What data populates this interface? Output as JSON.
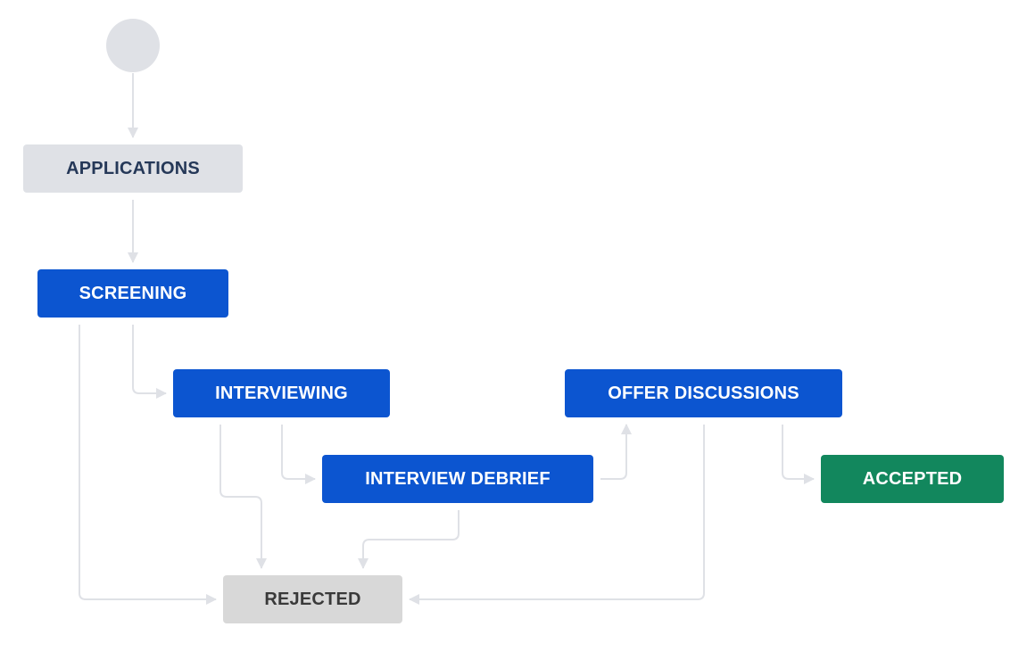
{
  "diagram": {
    "statuses": {
      "applications": {
        "label": "APPLICATIONS",
        "category": "to-do",
        "color": "#dfe1e6"
      },
      "screening": {
        "label": "SCREENING",
        "category": "in-progress",
        "color": "#0c55d0"
      },
      "interviewing": {
        "label": "INTERVIEWING",
        "category": "in-progress",
        "color": "#0c55d0"
      },
      "offer_discussions": {
        "label": "OFFER DISCUSSIONS",
        "category": "in-progress",
        "color": "#0c55d0"
      },
      "interview_debrief": {
        "label": "INTERVIEW DEBRIEF",
        "category": "in-progress",
        "color": "#0c55d0"
      },
      "accepted": {
        "label": "ACCEPTED",
        "category": "done",
        "color": "#12875d"
      },
      "rejected": {
        "label": "REJECTED",
        "category": "rejected",
        "color": "#d8d8d8"
      }
    },
    "transitions": [
      {
        "from": "start",
        "to": "applications"
      },
      {
        "from": "applications",
        "to": "screening"
      },
      {
        "from": "screening",
        "to": "interviewing"
      },
      {
        "from": "screening",
        "to": "rejected"
      },
      {
        "from": "interviewing",
        "to": "interview_debrief"
      },
      {
        "from": "interviewing",
        "to": "rejected"
      },
      {
        "from": "interview_debrief",
        "to": "offer_discussions"
      },
      {
        "from": "interview_debrief",
        "to": "rejected"
      },
      {
        "from": "offer_discussions",
        "to": "accepted"
      },
      {
        "from": "offer_discussions",
        "to": "rejected"
      }
    ],
    "connector_color": "#dfe1e6"
  }
}
